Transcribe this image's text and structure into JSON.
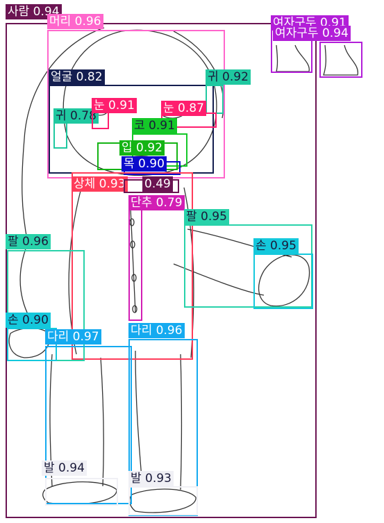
{
  "detections": [
    {
      "label": "사람",
      "score": "0.94",
      "color": "#6b1452",
      "text": "사람 0.94",
      "dark": false
    },
    {
      "label": "머리",
      "score": "0.96",
      "color": "#ff66cc",
      "text": "머리 0.96",
      "dark": false
    },
    {
      "label": "여자구두",
      "score": "0.91",
      "color": "#b21ed8",
      "text": "여자구두 0.91",
      "dark": false
    },
    {
      "label": "여자구두",
      "score": "0.94",
      "color": "#b21ed8",
      "text": "여자구두 0.94",
      "dark": false
    },
    {
      "label": "얼굴",
      "score": "0.82",
      "color": "#141e50",
      "text": "얼굴 0.82",
      "dark": false
    },
    {
      "label": "귀",
      "score": "0.92",
      "color": "#1fc8a0",
      "text": "귀 0.92",
      "dark": true
    },
    {
      "label": "귀",
      "score": "0.78",
      "color": "#1fc8a0",
      "text": "귀 0.78",
      "dark": true
    },
    {
      "label": "눈",
      "score": "0.91",
      "color": "#ff1e6e",
      "text": "눈 0.91",
      "dark": false
    },
    {
      "label": "눈",
      "score": "0.87",
      "color": "#ff1e6e",
      "text": "눈 0.87",
      "dark": false
    },
    {
      "label": "코",
      "score": "0.91",
      "color": "#14c828",
      "text": "코 0.91",
      "dark": true
    },
    {
      "label": "입",
      "score": "0.92",
      "color": "#14b414",
      "text": "입 0.92",
      "dark": false
    },
    {
      "label": "목",
      "score": "0.90",
      "color": "#0a0acc",
      "text": "목 0.90",
      "dark": false
    },
    {
      "label": "상체",
      "score": "0.93",
      "color": "#ff3c5a",
      "text": "상체 0.93",
      "dark": false
    },
    {
      "label": "",
      "score": "0.49",
      "color": "#6b1452",
      "text": "0.49",
      "dark": false
    },
    {
      "label": "단추",
      "score": "0.79",
      "color": "#d21eb4",
      "text": "단추 0.79",
      "dark": false
    },
    {
      "label": "팔",
      "score": "0.95",
      "color": "#28d2aa",
      "text": "팔 0.95",
      "dark": true
    },
    {
      "label": "팔",
      "score": "0.96",
      "color": "#28d2aa",
      "text": "팔 0.96",
      "dark": true
    },
    {
      "label": "손",
      "score": "0.95",
      "color": "#14c8dc",
      "text": "손 0.95",
      "dark": true
    },
    {
      "label": "손",
      "score": "0.90",
      "color": "#14c8dc",
      "text": "손 0.90",
      "dark": true
    },
    {
      "label": "다리",
      "score": "0.97",
      "color": "#14aaf0",
      "text": "다리 0.97",
      "dark": false
    },
    {
      "label": "다리",
      "score": "0.96",
      "color": "#14aaf0",
      "text": "다리 0.96",
      "dark": false
    },
    {
      "label": "발",
      "score": "0.94",
      "color": "#f0f0f5",
      "text": "발 0.94",
      "dark": true
    },
    {
      "label": "발",
      "score": "0.93",
      "color": "#f0f0f5",
      "text": "발 0.93",
      "dark": true
    }
  ]
}
